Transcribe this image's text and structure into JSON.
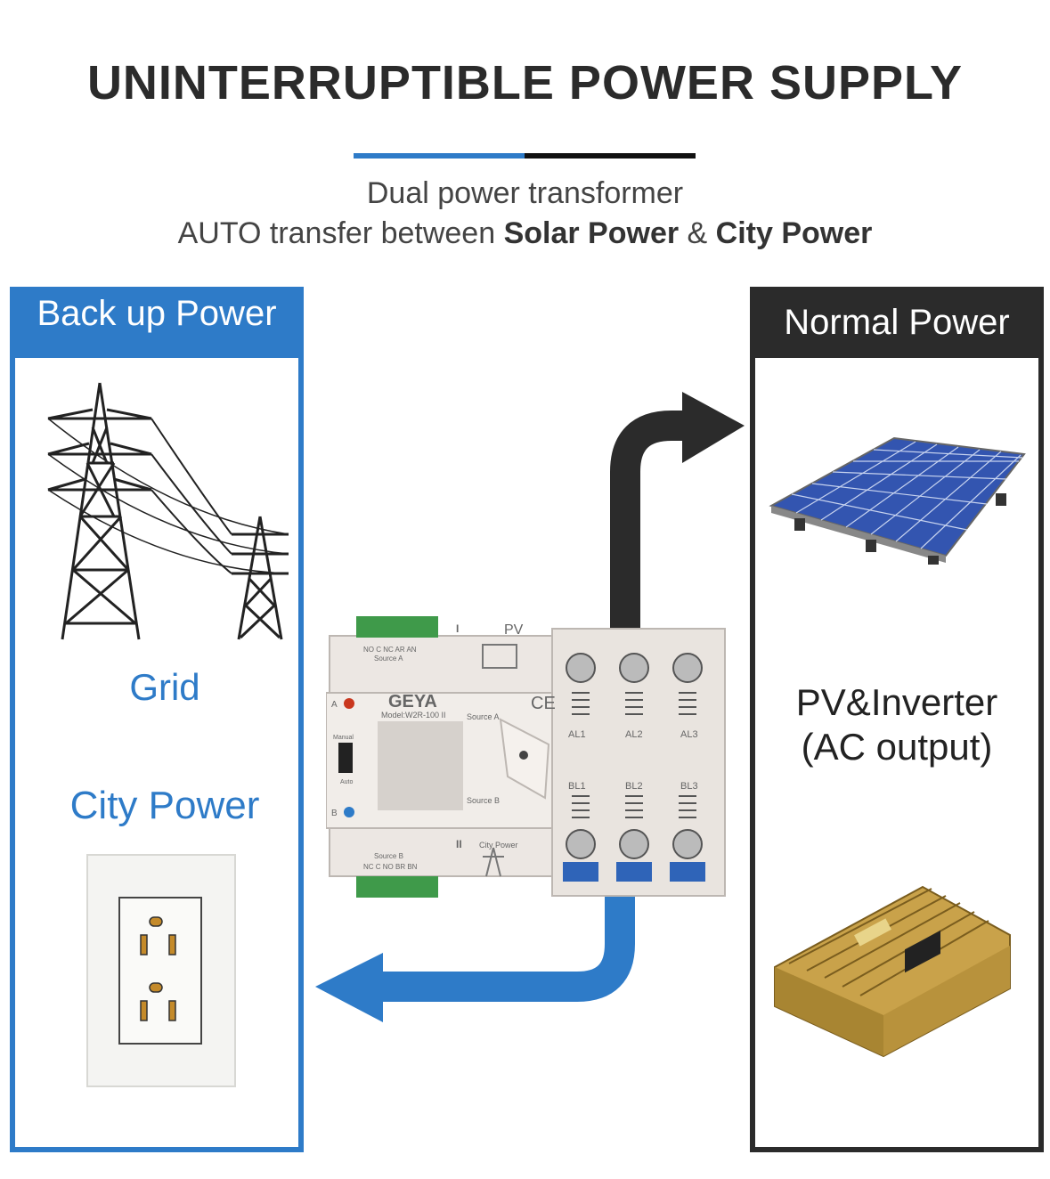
{
  "header": {
    "title": "UNINTERRUPTIBLE POWER SUPPLY",
    "subtitle_line1": "Dual power transformer",
    "subtitle_line2_prefix": "AUTO transfer between ",
    "subtitle_line2_bold1": "Solar Power",
    "subtitle_line2_mid": " & ",
    "subtitle_line2_bold2": "City Power"
  },
  "left_panel": {
    "title": "Back up Power",
    "grid_label": "Grid",
    "city_label": "City Power"
  },
  "right_panel": {
    "title": "Normal Power",
    "pv_line1": "PV&Inverter",
    "pv_line2": "(AC output)"
  },
  "device": {
    "brand": "GEYA",
    "model": "Model:W2R-100 II",
    "pv_label": "PV",
    "source_a": "Source A",
    "source_b": "Source B",
    "city_power": "City Power",
    "top_terminal_label": "NO C NC AR AN",
    "top_terminal_source": "Source A",
    "bottom_terminal_source": "Source B",
    "bottom_terminal_label": "NC C NO BR BN",
    "manual": "Manual",
    "auto": "Auto",
    "a_label": "A",
    "b_label": "B",
    "ce": "CE",
    "roman_1": "I",
    "roman_2": "II",
    "terminals_top": [
      "AL1",
      "AL2",
      "AL3"
    ],
    "terminals_bottom": [
      "BL1",
      "BL2",
      "BL3"
    ]
  },
  "colors": {
    "accent_blue": "#2e7bc8",
    "dark": "#2b2b2b"
  }
}
